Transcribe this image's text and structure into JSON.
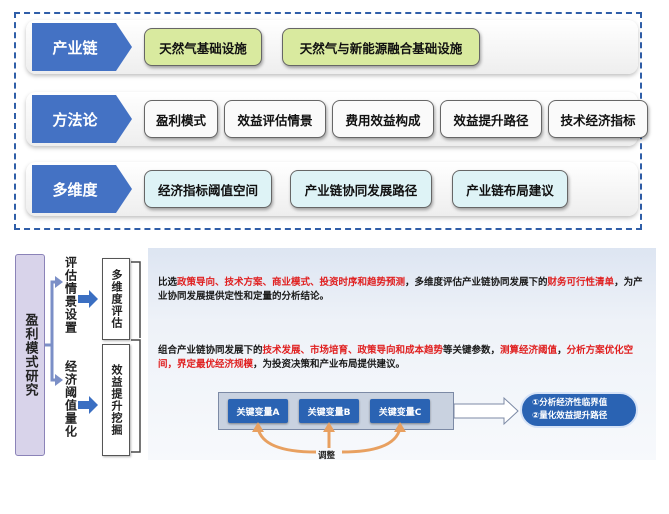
{
  "framework": {
    "rows": [
      {
        "label": "产业链",
        "items": [
          "天然气基础设施",
          "天然气与新能源融合基础设施"
        ]
      },
      {
        "label": "方法论",
        "items": [
          "盈利模式",
          "效益评估情景",
          "费用效益构成",
          "效益提升路径",
          "技术经济指标"
        ]
      },
      {
        "label": "多维度",
        "items": [
          "经济指标阈值空间",
          "产业链协同发展路径",
          "产业链布局建议"
        ]
      }
    ]
  },
  "research": {
    "method": "盈利模式研究",
    "left_labels": [
      "评估情景设置",
      "经济阈值量化"
    ],
    "stages": [
      "多维度评估",
      "效益提升挖掘"
    ]
  },
  "desc1": {
    "p1": "比选",
    "r1": "政策导向、技术方案、商业模式、投资时序和趋势预测",
    "p2": "，多维度评估产业链协同发展下的",
    "r2": "财务可行性清单",
    "p3": "，为产业协同发展提供定性和定量的分析结论。"
  },
  "desc2": {
    "p1": "组合产业链协同发展下的",
    "r1": "技术发展、市场培育、政策导向和成本趋势",
    "p2": "等关键参数，",
    "r2": "测算经济阈值",
    "p3": "，",
    "r3": "分析方案优化空间，界定最优经济规模",
    "p4": "，为投资决策和产业布局提供建议。"
  },
  "variables": [
    "关键变量A",
    "关键变量B",
    "关键变量C"
  ],
  "adjust_label": "调整",
  "results": [
    "①分析经济性临界值",
    "②量化效益提升路径"
  ],
  "colors": {
    "accent": "#4472c4",
    "dark_blue": "#2a63b3",
    "highlight": "#e02020",
    "orange": "#e8a060"
  }
}
